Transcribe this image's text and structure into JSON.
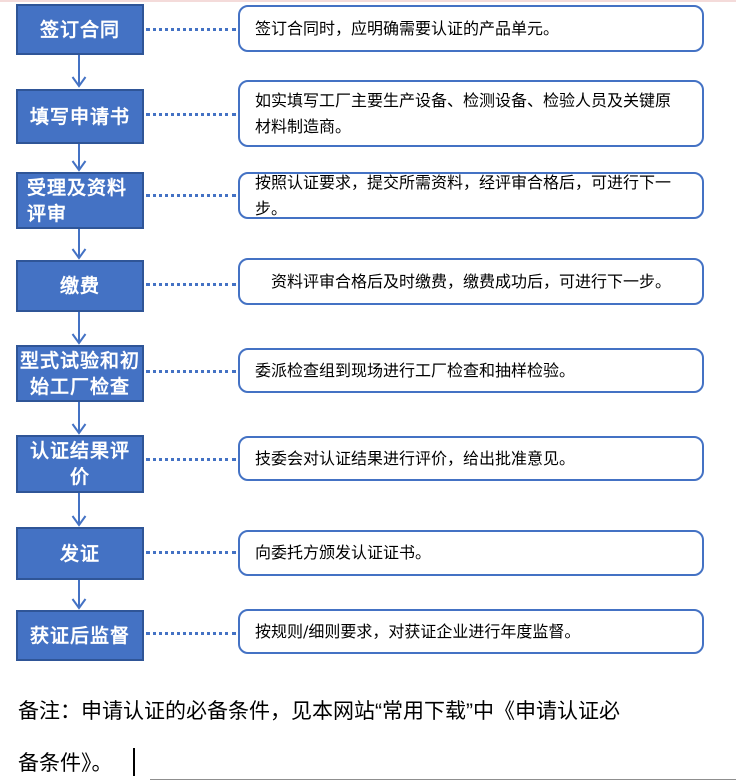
{
  "colors": {
    "accent": "#4472c4",
    "step_fill": "#4472c4",
    "step_border": "#2f5597",
    "step_text": "#ffffff",
    "note_border": "#4472c4",
    "note_text": "#000000"
  },
  "flow": {
    "steps": [
      {
        "label": "签订合同",
        "note": "签订合同时，应明确需要认证的产品单元。"
      },
      {
        "label": "填写申请书",
        "note": "如实填写工厂主要生产设备、检测设备、检验人员及关键原\n材料制造商。"
      },
      {
        "label": "受理及资料\n评审",
        "note": "按照认证要求，提交所需资料，经评审合格后，可进行下一步。"
      },
      {
        "label": "缴费",
        "note": "资料评审合格后及时缴费，缴费成功后，可进行下一步。"
      },
      {
        "label": "型式试验和初\n始工厂检查",
        "note": "委派检查组到现场进行工厂检查和抽样检验。"
      },
      {
        "label": "认证结果评\n价",
        "note": "技委会对认证结果进行评价，给出批准意见。"
      },
      {
        "label": "发证",
        "note": "向委托方颁发认证证书。"
      },
      {
        "label": "获证后监督",
        "note": "按规则/细则要求，对获证企业进行年度监督。"
      }
    ]
  },
  "footer": {
    "remark": "备注：申请认证的必备条件，见本网站“常用下载”中《申请认证必\n备条件》。"
  }
}
